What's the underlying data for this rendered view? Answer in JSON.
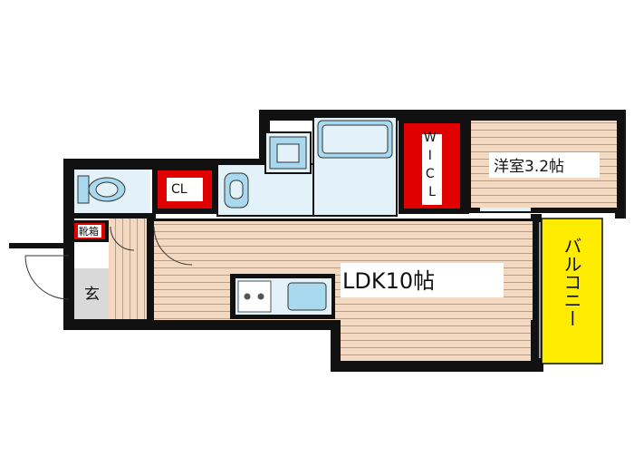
{
  "rooms": {
    "ldk": "LDK10帖",
    "western": "洋室3.2帖",
    "wicl": "W\nI\nC\nL",
    "cl": "CL",
    "shoe": "靴箱",
    "entrance": "玄",
    "balcony": "バルコニー"
  },
  "colors": {
    "wall": "#111111",
    "floor_wood": "#f3d9c2",
    "floor_stripe": "#c79a77",
    "wet_area": "#e3f1f9",
    "fixture_blue": "#a9d9ee",
    "closet_red": "#e10000",
    "balcony_yellow": "#ffec00",
    "entrance_gray": "#d9d9d9"
  },
  "icons": [
    "toilet-icon",
    "bathtub-icon",
    "washbasin-icon",
    "washing-machine-icon",
    "sink-icon",
    "stove-icon"
  ]
}
